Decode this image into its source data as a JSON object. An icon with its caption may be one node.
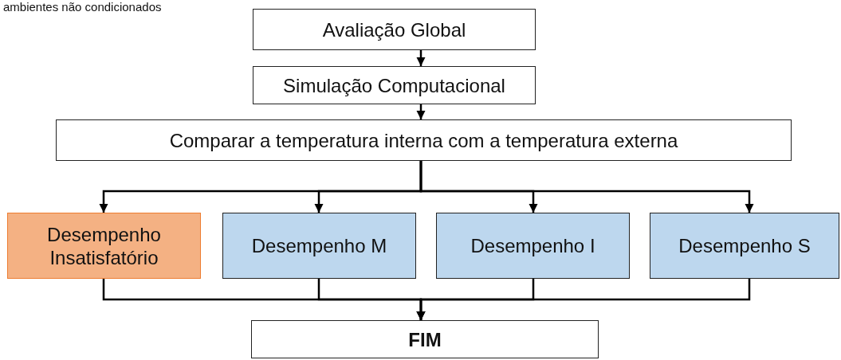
{
  "diagram": {
    "nodes": [
      {
        "text": [
          "Avaliação Global"
        ]
      },
      {
        "text": [
          "Simulação Computacional"
        ]
      },
      {
        "text": [
          "Comparar a temperatura interna com a temperatura externa"
        ]
      },
      {
        "text": [
          "Desempenho Insatisfatório"
        ]
      },
      {
        "text": [
          "Desempenho M"
        ]
      },
      {
        "text": [
          "Desempenho I"
        ]
      },
      {
        "text": [
          "Desempenho S"
        ]
      },
      {
        "text": [
          "FIM"
        ]
      }
    ],
    "edges": [
      {
        "from": 0,
        "to": 1,
        "arrow": "to"
      },
      {
        "from": 1,
        "to": 2,
        "arrow": "to"
      },
      {
        "from": 2,
        "to": 3,
        "arrow": "to"
      },
      {
        "from": 2,
        "to": 4,
        "arrow": "to"
      },
      {
        "from": 2,
        "to": 5,
        "arrow": "to"
      },
      {
        "from": 2,
        "to": 6,
        "arrow": "to"
      },
      {
        "from": 3,
        "to": 7,
        "arrow": "to"
      },
      {
        "from": 4,
        "to": 7,
        "arrow": "to"
      },
      {
        "from": 5,
        "to": 7,
        "arrow": "to"
      },
      {
        "from": 6,
        "to": 7,
        "arrow": "to"
      }
    ],
    "labels": [
      "ambientes não condicionados"
    ]
  }
}
